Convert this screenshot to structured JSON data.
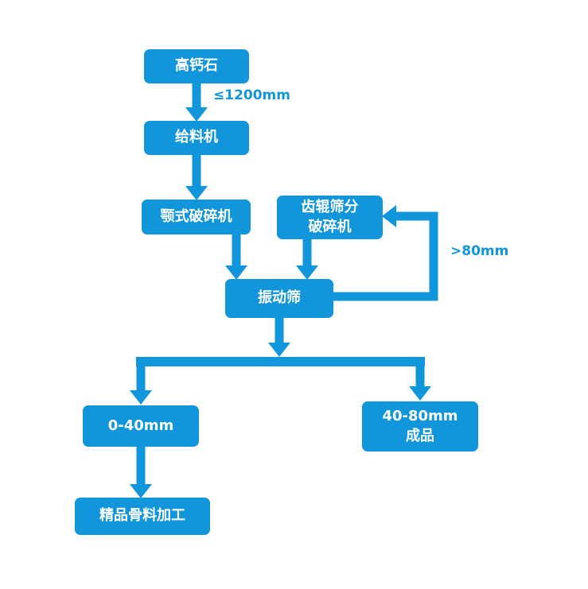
{
  "diagram": {
    "type": "flowchart",
    "nodes": {
      "source": {
        "label": "高钙石"
      },
      "feeder": {
        "label": "给料机"
      },
      "jaw_crusher": {
        "label": "颚式破碎机"
      },
      "roller_crusher": {
        "label": "齿辊筛分\n破碎机"
      },
      "vibrating_screen": {
        "label": "振动筛"
      },
      "output_small": {
        "label": "0-40mm"
      },
      "output_large": {
        "label": "40-80mm\n成品"
      },
      "aggregate_processing": {
        "label": "精品骨料加工"
      }
    },
    "edge_labels": {
      "feed_size": "≤1200mm",
      "oversize_return": ">80mm"
    },
    "flow": [
      "高钙石 → 给料机 (≤1200mm)",
      "给料机 → 颚式破碎机",
      "颚式破碎机 → 振动筛",
      "齿辊筛分破碎机 → 振动筛",
      "振动筛 → 齿辊筛分破碎机 (>80mm 返回)",
      "振动筛 → 0-40mm",
      "振动筛 → 40-80mm 成品",
      "0-40mm → 精品骨料加工"
    ],
    "colors": {
      "accent": "#1296db",
      "node_text": "#ffffff",
      "background": "#ffffff"
    }
  }
}
